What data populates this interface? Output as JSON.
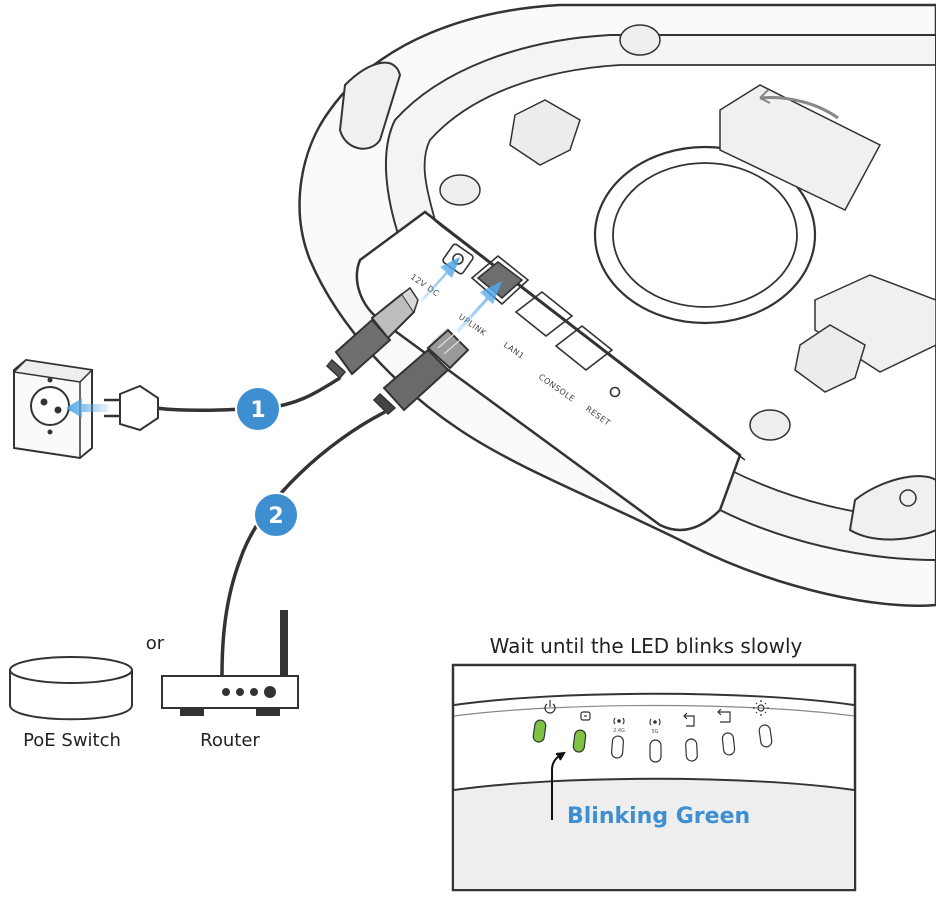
{
  "device": {
    "ports": {
      "dc": "12V DC",
      "uplink": "UPLINK",
      "lan1": "LAN1",
      "console": "CONSOLE",
      "reset": "RESET"
    }
  },
  "steps": [
    {
      "number": "1"
    },
    {
      "number": "2"
    }
  ],
  "devices": {
    "poe_switch": "PoE Switch",
    "or": "or",
    "router": "Router"
  },
  "led_panel": {
    "caption": "Wait until the LED blinks slowly",
    "blink_label": "Blinking Green",
    "led_sublabels": [
      "2.4G",
      "5G"
    ]
  },
  "colors": {
    "step_blue": "#3d8fd1",
    "arrow_blue": "#4fa6e6",
    "led_green": "#7dc242",
    "label_blue": "#3d8fd1",
    "outline": "#333333"
  }
}
